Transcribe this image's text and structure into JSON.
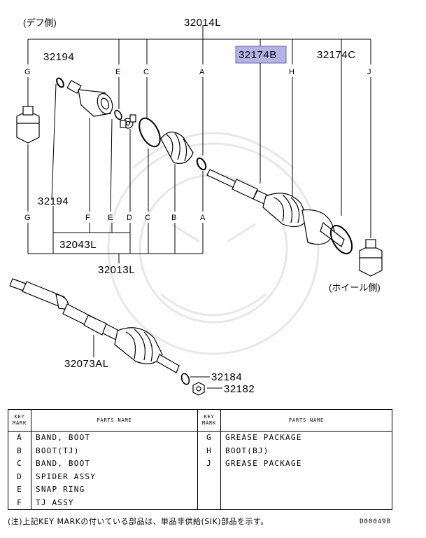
{
  "diagram": {
    "left_side_label": "(デフ側)",
    "right_side_label": "(ホイール側)",
    "part_numbers": {
      "p32014L": "32014L",
      "p32194_top": "32194",
      "p32174B": "32174B",
      "p32174C": "32174C",
      "p32194_bottom": "32194",
      "p32043L": "32043L",
      "p32013L": "32013L",
      "p32073AL": "32073AL",
      "p32184": "32184",
      "p32182": "32182"
    },
    "top_keys": [
      "G",
      "E",
      "C",
      "A",
      "H",
      "J"
    ],
    "bottom_keys": [
      "G",
      "F",
      "E",
      "D",
      "C",
      "B",
      "A"
    ],
    "highlight_color": "#b3b3e6"
  },
  "table": {
    "header_key": [
      "KEY",
      "MARK"
    ],
    "header_parts": "PARTS NAME",
    "rows": [
      {
        "k1": "A",
        "n1": "BAND, BOOT",
        "k2": "G",
        "n2": "GREASE PACKAGE"
      },
      {
        "k1": "B",
        "n1": "BOOT(TJ)",
        "k2": "H",
        "n2": "BOOT(BJ)"
      },
      {
        "k1": "C",
        "n1": "BAND, BOOT",
        "k2": "J",
        "n2": "GREASE PACKAGE"
      },
      {
        "k1": "D",
        "n1": "SPIDER ASSY",
        "k2": "",
        "n2": ""
      },
      {
        "k1": "E",
        "n1": "SNAP RING",
        "k2": "",
        "n2": ""
      },
      {
        "k1": "F",
        "n1": "TJ ASSY",
        "k2": "",
        "n2": ""
      }
    ]
  },
  "footer": {
    "note": "(注)上記KEY MARKの付いている部品は、単品非供給(SIK)部品を示す。",
    "code": "D00049B"
  }
}
